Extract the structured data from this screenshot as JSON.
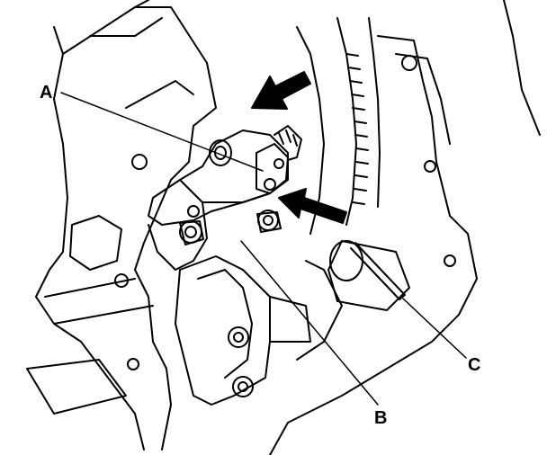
{
  "callouts": {
    "a": "A",
    "b": "B",
    "c": "C"
  },
  "colors": {
    "line": "#000000",
    "background": "#ffffff"
  },
  "icons": [
    "push-arrow-icon",
    "insert-arrow-icon"
  ]
}
